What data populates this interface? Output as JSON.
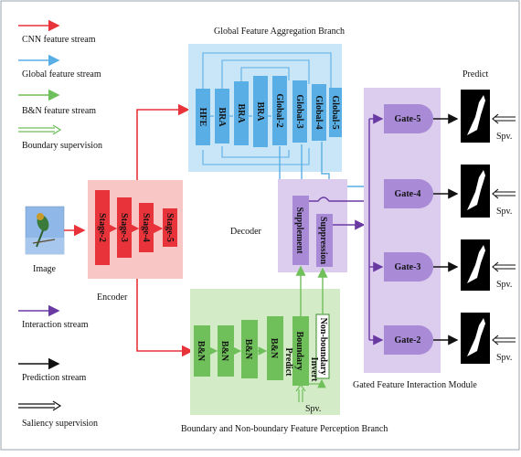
{
  "legend": {
    "cnn": "CNN feature stream",
    "global": "Global feature stream",
    "bn": "B&N feature stream",
    "boundary": "Boundary supervision",
    "interaction": "Interaction stream",
    "prediction": "Prediction stream",
    "saliency": "Saliency supervision"
  },
  "colors": {
    "cnn": "#e8333a",
    "global": "#5aaee6",
    "bn": "#6fbf5a",
    "interaction": "#6a3aa3",
    "prediction": "#111111"
  },
  "global_branch": {
    "title": "Global Feature Aggregation Branch",
    "blocks": [
      "HFE",
      "BRA",
      "BRA",
      "BRA",
      "Global-2",
      "Global-3",
      "Global-4",
      "Global-5"
    ]
  },
  "encoder": {
    "title": "Encoder",
    "stages": [
      "Stage-2",
      "Stage-3",
      "Stage-4",
      "Stage-5"
    ]
  },
  "image_label": "Image",
  "decoder": {
    "title": "Decoder",
    "blocks": [
      "Supplement",
      "Suppression"
    ]
  },
  "bn_branch": {
    "title": "Boundary and Non-boundary Feature Perception Branch",
    "blocks": [
      "B&N",
      "B&N",
      "B&N",
      "B&N"
    ],
    "boundary_predict": [
      "Boundary",
      "Predict"
    ],
    "non_boundary": [
      "Non-boundary"
    ],
    "invert": "Invert",
    "spv": "Spv."
  },
  "gfim": {
    "title": "Gated Feature Interaction Module",
    "gates": [
      "Gate-5",
      "Gate-4",
      "Gate-3",
      "Gate-2"
    ]
  },
  "predict": {
    "title": "Predict",
    "spv": [
      "Spv.",
      "Spv.",
      "Spv.",
      "Spv."
    ]
  }
}
